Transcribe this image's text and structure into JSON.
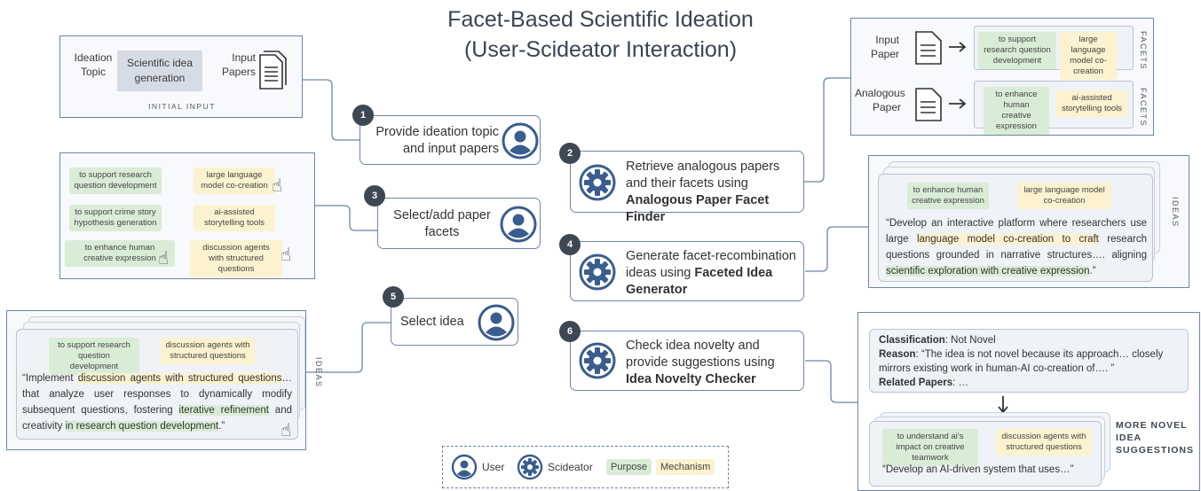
{
  "title_line1": "Facet-Based Scientific Ideation",
  "title_line2": "(User-Scideator Interaction)",
  "initial_input": {
    "topic_label": "Ideation Topic",
    "topic_value": "Scientific idea generation",
    "papers_label": "Input Papers",
    "caption": "INITIAL INPUT"
  },
  "steps": [
    {
      "num": "1",
      "text": "Provide ideation topic and input papers"
    },
    {
      "num": "2",
      "text": "Retrieve analogous papers and their facets using",
      "bold": "Analogous Paper Facet Finder"
    },
    {
      "num": "3",
      "text": "Select/add paper facets"
    },
    {
      "num": "4",
      "text": "Generate facet-recombination ideas using",
      "bold": "Faceted Idea Generator"
    },
    {
      "num": "5",
      "text": "Select idea"
    },
    {
      "num": "6",
      "text": "Check idea novelty and provide suggestions using",
      "bold": "Idea Novelty Checker"
    }
  ],
  "facet_select": {
    "chips": [
      {
        "text": "to support research question development",
        "kind": "purpose"
      },
      {
        "text": "large language model co-creation",
        "kind": "mechanism"
      },
      {
        "text": "to support crime story hypothesis generation",
        "kind": "purpose"
      },
      {
        "text": "ai-assisted storytelling tools",
        "kind": "mechanism"
      },
      {
        "text": "to enhance human creative expression",
        "kind": "purpose"
      },
      {
        "text": "discussion agents with structured questions",
        "kind": "mechanism"
      }
    ]
  },
  "facets_panel": {
    "input_label": "Input Paper",
    "analogous_label": "Analogous Paper",
    "facets_word": "FACETS",
    "input_chips": [
      "to support research question development",
      "large language model co-creation"
    ],
    "analogous_chips": [
      "to enhance human creative expression",
      "ai-assisted storytelling tools"
    ]
  },
  "ideas_right": {
    "label": "IDEAS",
    "chips": [
      "to enhance human creative expression",
      "large language model co-creation"
    ],
    "q1": "“Develop an interactive platform where researchers use large ",
    "q2": "language model co-creation to craft",
    "q3": " research questions grounded in narrative structures…. aligning ",
    "q4": "scientific exploration with creative expression",
    "q5": ".”"
  },
  "ideas_left": {
    "label": "IDEAS",
    "chips": [
      "to support research question development",
      "discussion agents with structured questions"
    ],
    "q1": "“Implement ",
    "q2": "discussion agents with structured questions",
    "q3": "… that analyze user responses to dynamically modify subsequent questions, fostering ",
    "q4": "iterative refinement",
    "q5": " and creativity ",
    "q6": "in research question development",
    "q7": ".”"
  },
  "novelty": {
    "class_label": "Classification",
    "class_value": ": Not Novel",
    "reason_label": "Reason",
    "reason_value": ": “The idea is not novel because its approach… closely mirrors existing work in human-AI co-creation of…. ”",
    "related_label": "Related Papers",
    "related_value": ": …",
    "more_label": "MORE NOVEL IDEA SUGGESTIONS",
    "chips": [
      "to understand ai's impact on creative teamwork",
      "discussion agents with structured questions"
    ],
    "quote": "“Develop an AI-driven system that uses…”"
  },
  "legend": {
    "user": "User",
    "scideator": "Scideator",
    "purpose": "Purpose",
    "mechanism": "Mechanism"
  },
  "colors": {
    "purpose": "#d9edd6",
    "mechanism": "#fcf2cf",
    "border": "#6d85a8",
    "badge": "#3e4754",
    "icon": "#3a5d8f"
  }
}
